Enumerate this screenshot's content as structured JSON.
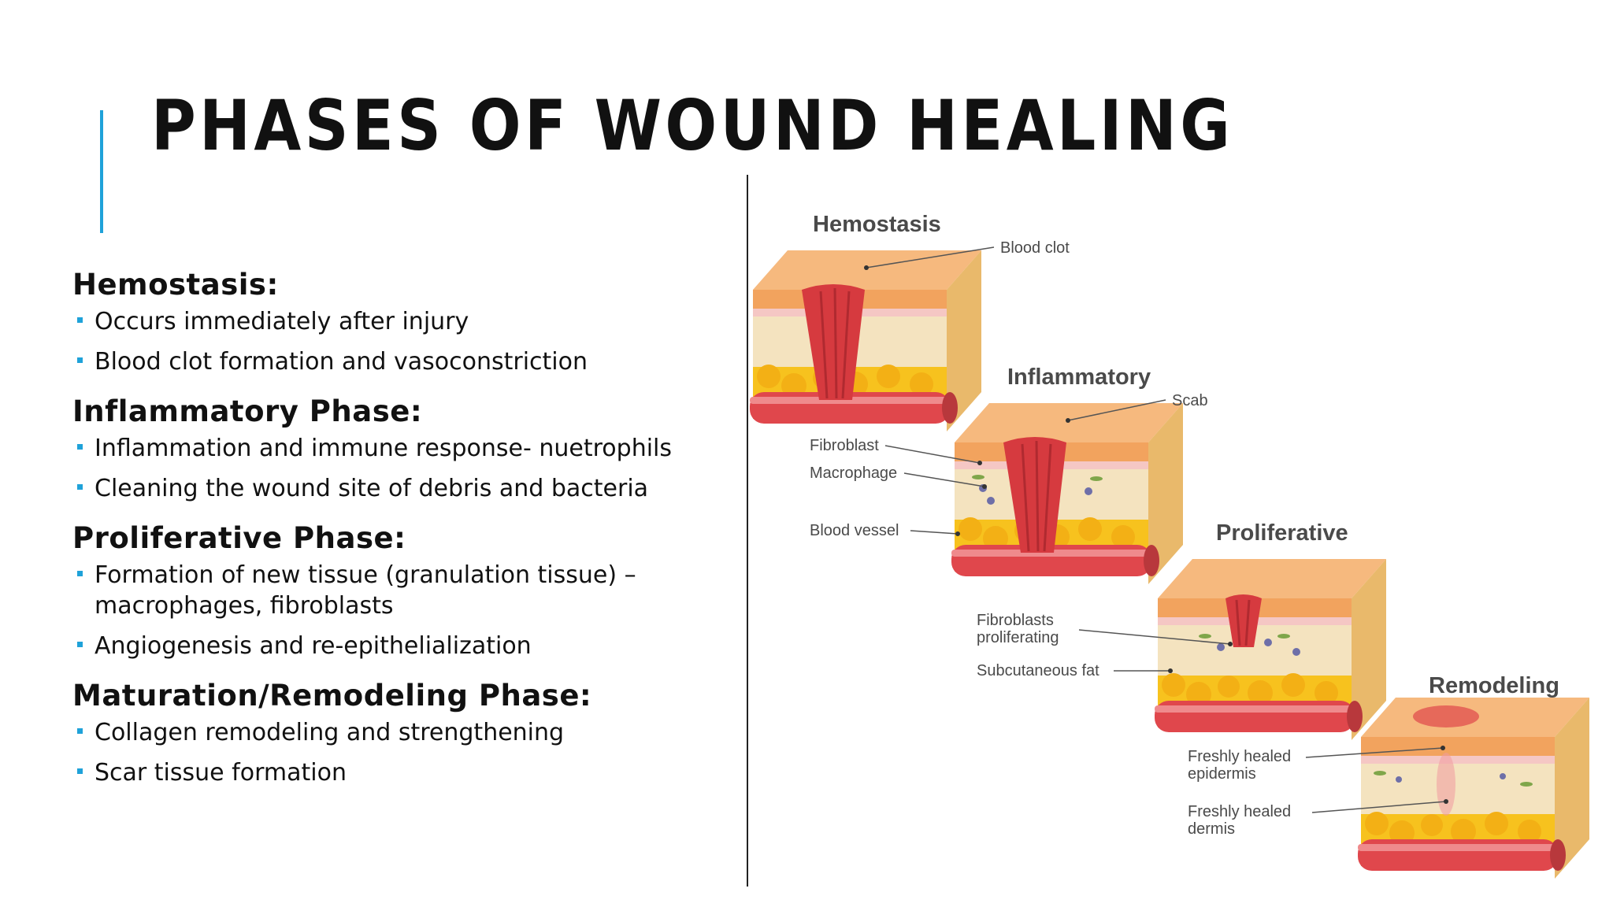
{
  "slide": {
    "title": "PHASES OF WOUND HEALING",
    "accent_color": "#1fa2d9"
  },
  "phases": [
    {
      "heading": "Hemostasis:",
      "bullets": [
        "Occurs immediately after injury",
        "Blood clot formation and vasoconstriction"
      ]
    },
    {
      "heading": "Inflammatory Phase:",
      "bullets": [
        "Inflammation and immune response- nuetrophils",
        "Cleaning the wound site of debris and bacteria"
      ]
    },
    {
      "heading": "Proliferative Phase:",
      "bullets": [
        "Formation of new tissue (granulation tissue) – macrophages, fibroblasts",
        "Angiogenesis and re-epithelialization"
      ]
    },
    {
      "heading": "Maturation/Remodeling Phase:",
      "bullets": [
        "Collagen remodeling and strengthening",
        "Scar tissue formation"
      ]
    }
  ],
  "figure": {
    "stages": {
      "hemostasis": "Hemostasis",
      "inflammatory": "Inflammatory",
      "proliferative": "Proliferative",
      "remodeling": "Remodeling"
    },
    "labels": {
      "blood_clot": "Blood clot",
      "scab": "Scab",
      "fibroblast": "Fibroblast",
      "macrophage": "Macrophage",
      "blood_vessel": "Blood vessel",
      "fibroblasts_proliferating_1": "Fibroblasts",
      "fibroblasts_proliferating_2": "proliferating",
      "subcutaneous_fat": "Subcutaneous fat",
      "freshly_healed_epidermis_1": "Freshly healed",
      "freshly_healed_epidermis_2": "epidermis",
      "freshly_healed_dermis_1": "Freshly healed",
      "freshly_healed_dermis_2": "dermis"
    },
    "colors": {
      "epidermis": "#f2a35e",
      "dermis": "#f4e3bf",
      "fat": "#f7c21e",
      "vessel": "#e0474c",
      "wound": "#d63a3f"
    }
  }
}
